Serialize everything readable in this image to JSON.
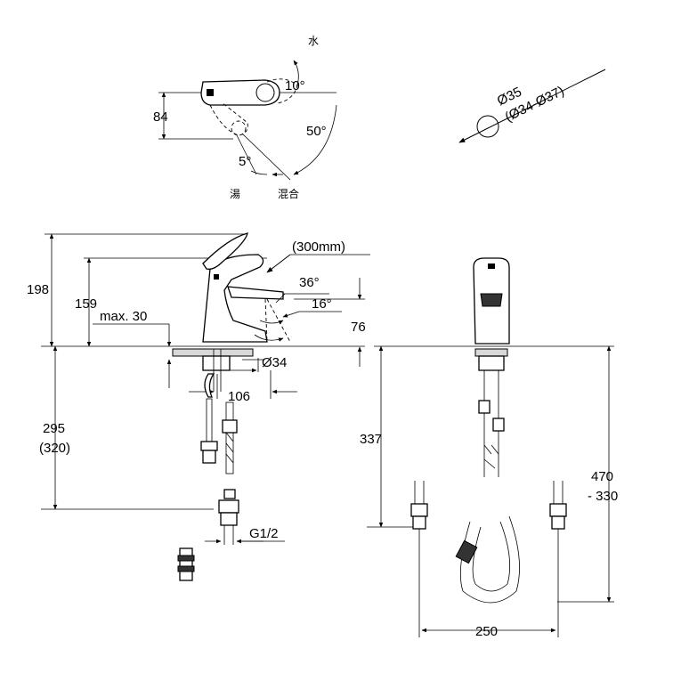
{
  "plan_view": {
    "label_cold": "水",
    "label_hot": "湯",
    "label_mixed": "混合",
    "dim_depth": "84",
    "angle_cold": "10°",
    "angle_mixed": "50°",
    "angle_hot": "5°"
  },
  "hole_detail": {
    "diameter": "Ø35",
    "diameter_range": "(Ø34-Ø37)"
  },
  "side_view": {
    "dim_total_height": "198",
    "dim_spout_height": "159",
    "dim_max_thickness": "max. 30",
    "dim_hose_length": "(300mm)",
    "angle_spray_1": "36°",
    "angle_spray_2": "16°",
    "dim_clearance": "76",
    "dim_base_diameter": "Ø34",
    "dim_reach": "106",
    "dim_hose_below": "295",
    "dim_hose_below_alt": "(320)",
    "dim_connection": "G1/2"
  },
  "front_view": {
    "dim_hose_depth": "337",
    "dim_range_max": "470",
    "dim_range_min": "- 330",
    "dim_spacing": "250"
  }
}
